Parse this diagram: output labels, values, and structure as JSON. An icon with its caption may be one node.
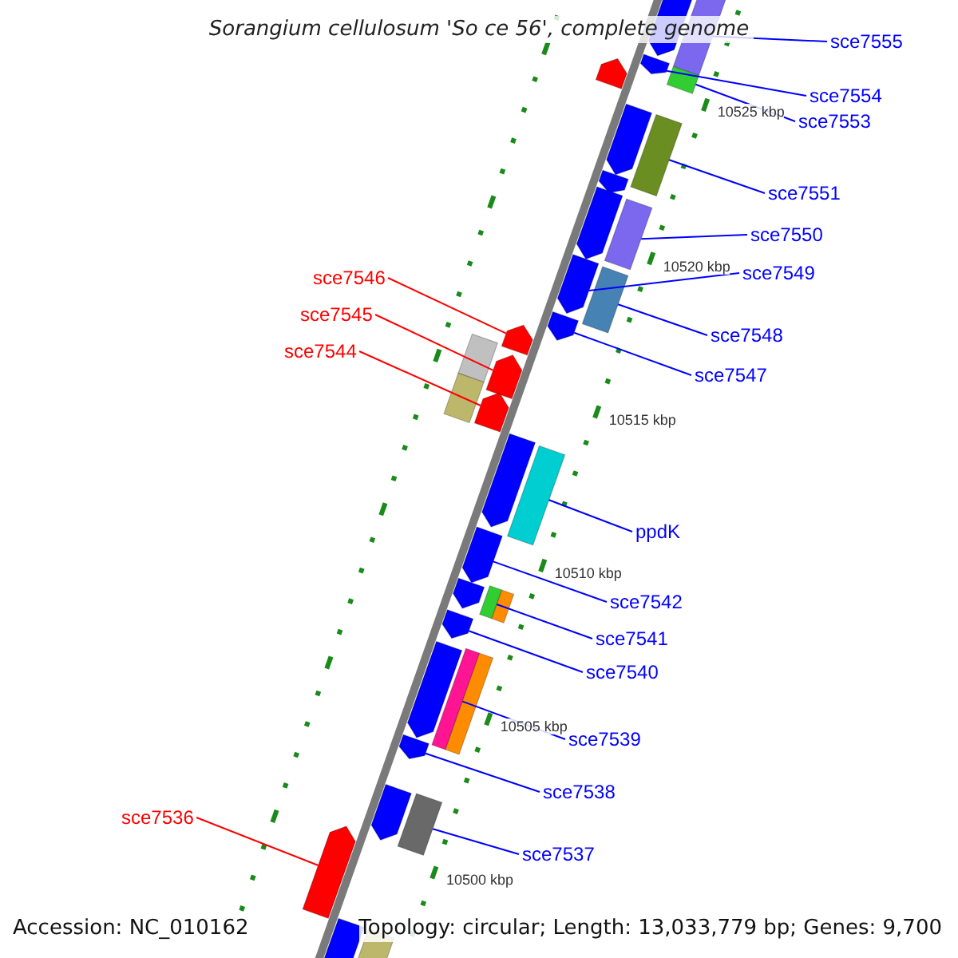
{
  "diagram": {
    "title": "Sorangium cellulosum 'So ce 56', complete genome",
    "nodes": [
      {
        "text": [
          "sce7555"
        ]
      },
      {
        "text": [
          "sce7554"
        ]
      },
      {
        "text": [
          "sce7553"
        ]
      },
      {
        "text": [
          "sce7551"
        ]
      },
      {
        "text": [
          "sce7550"
        ]
      },
      {
        "text": [
          "sce7549"
        ]
      },
      {
        "text": [
          "sce7546"
        ]
      },
      {
        "text": [
          "sce7545"
        ]
      },
      {
        "text": [
          "sce7544"
        ]
      },
      {
        "text": [
          "sce7548"
        ]
      },
      {
        "text": [
          "sce7547"
        ]
      },
      {
        "text": [
          "ppdK"
        ]
      },
      {
        "text": [
          "sce7542"
        ]
      },
      {
        "text": [
          "sce7541"
        ]
      },
      {
        "text": [
          "sce7540"
        ]
      },
      {
        "text": [
          "sce7539"
        ]
      },
      {
        "text": [
          "sce7538"
        ]
      },
      {
        "text": [
          "sce7537"
        ]
      },
      {
        "text": [
          "sce7536"
        ]
      },
      {
        "text": [],
        "shape": "bar"
      },
      {
        "text": [],
        "shape": "arrow"
      },
      {
        "text": [],
        "shape": "arrow"
      },
      {
        "text": [],
        "shape": "bar"
      },
      {
        "text": [],
        "shape": "arrow"
      },
      {
        "text": [],
        "shape": "arrow"
      },
      {
        "text": [],
        "shape": "bar"
      },
      {
        "text": [],
        "shape": "arrow"
      },
      {
        "text": [],
        "shape": "arrow"
      },
      {
        "text": [],
        "shape": "bar"
      },
      {
        "text": [],
        "shape": "arrow"
      },
      {
        "text": [],
        "shape": "bar"
      },
      {
        "text": [],
        "shape": "arrow"
      },
      {
        "text": [],
        "shape": "arrow"
      },
      {
        "text": [],
        "shape": "bar"
      },
      {
        "text": [],
        "shape": "arrow"
      },
      {
        "text": [],
        "shape": "bar"
      },
      {
        "text": [],
        "shape": "arrow"
      },
      {
        "text": [],
        "shape": "arrow"
      },
      {
        "text": [],
        "shape": "bar"
      },
      {
        "text": [],
        "shape": "arrow"
      },
      {
        "text": [],
        "shape": "bar"
      },
      {
        "text": [],
        "shape": "bar"
      },
      {
        "text": [],
        "shape": "arrow"
      },
      {
        "text": [],
        "shape": "arrow"
      },
      {
        "text": [],
        "shape": "bar"
      },
      {
        "text": [],
        "shape": "bar"
      },
      {
        "text": [],
        "shape": "arrow"
      },
      {
        "text": [],
        "shape": "arrow"
      },
      {
        "text": [],
        "shape": "bar"
      },
      {
        "text": [],
        "shape": "arrow"
      },
      {
        "text": [],
        "shape": "arrow"
      },
      {
        "text": [],
        "shape": "arrow"
      },
      {
        "text": [],
        "shape": "bar"
      }
    ],
    "edges": [
      {
        "from": 0,
        "to": 19,
        "arrow": "none"
      },
      {
        "from": 1,
        "to": 21,
        "arrow": "none"
      },
      {
        "from": 2,
        "to": 22,
        "arrow": "none"
      },
      {
        "from": 3,
        "to": 25,
        "arrow": "none"
      },
      {
        "from": 4,
        "to": 28,
        "arrow": "none"
      },
      {
        "from": 5,
        "to": 29,
        "arrow": "none"
      },
      {
        "from": 6,
        "to": 32,
        "arrow": "none",
        "color": "#ff0000"
      },
      {
        "from": 7,
        "to": 34,
        "arrow": "none",
        "color": "#ff0000"
      },
      {
        "from": 8,
        "to": 36,
        "arrow": "none",
        "color": "#ff0000"
      },
      {
        "from": 9,
        "to": 30,
        "arrow": "none"
      },
      {
        "from": 10,
        "to": 31,
        "arrow": "none"
      },
      {
        "from": 11,
        "to": 38,
        "arrow": "none"
      },
      {
        "from": 12,
        "to": 39,
        "arrow": "none"
      },
      {
        "from": 13,
        "to": 40,
        "arrow": "none"
      },
      {
        "from": 14,
        "to": 43,
        "arrow": "none"
      },
      {
        "from": 15,
        "to": 44,
        "arrow": "none"
      },
      {
        "from": 16,
        "to": 47,
        "arrow": "none"
      },
      {
        "from": 17,
        "to": 48,
        "arrow": "none"
      },
      {
        "from": 18,
        "to": 50,
        "arrow": "none",
        "color": "#ff0000"
      }
    ],
    "labels": [
      "10525 kbp",
      "10520 kbp",
      "10515 kbp",
      "10510 kbp",
      "10505 kbp",
      "10500 kbp",
      "Accession: NC_010162",
      "Topology: circular; Length: 13,033,779 bp; Genes: 9,700"
    ]
  }
}
